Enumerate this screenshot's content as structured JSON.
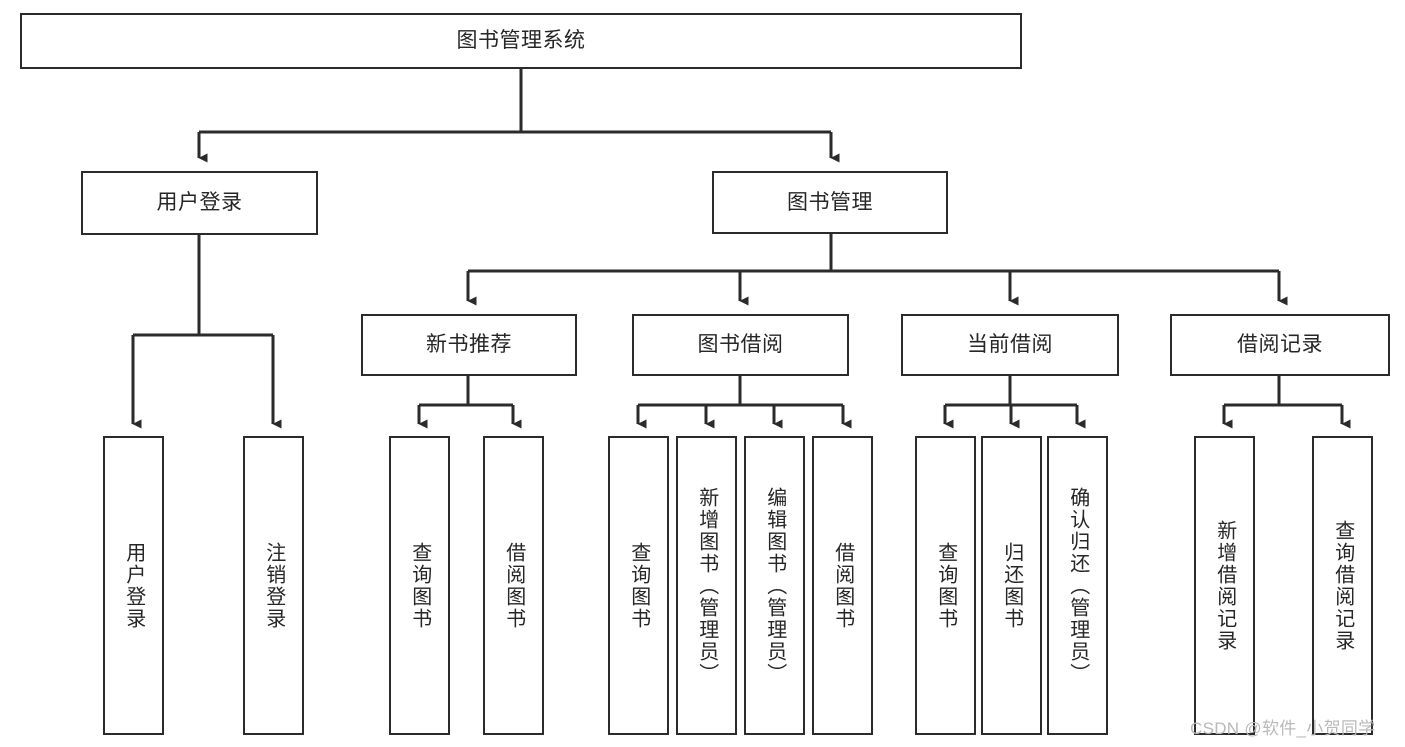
{
  "diagram": {
    "title": "图书管理系统",
    "type": "tree-hierarchy",
    "orientation": "top-down",
    "colors": {
      "box_border": "#2b2b2b",
      "box_fill": "#ffffff",
      "connector": "#2b2b2b",
      "text": "#262626",
      "watermark": "#b9b9b9",
      "background": "#ffffff"
    },
    "root": {
      "id": "root",
      "label": "图书管理系统"
    },
    "level1": [
      {
        "id": "user-login",
        "label": "用户登录"
      },
      {
        "id": "book-manage",
        "label": "图书管理"
      }
    ],
    "level2": [
      {
        "id": "new-book-recommend",
        "label": "新书推荐",
        "parent": "book-manage"
      },
      {
        "id": "book-borrow",
        "label": "图书借阅",
        "parent": "book-manage"
      },
      {
        "id": "current-borrow",
        "label": "当前借阅",
        "parent": "book-manage"
      },
      {
        "id": "borrow-record",
        "label": "借阅记录",
        "parent": "book-manage"
      }
    ],
    "leaves": [
      {
        "id": "leaf-user-login",
        "label": "用户登录",
        "parent": "user-login"
      },
      {
        "id": "leaf-logout-login",
        "label": "注销登录",
        "parent": "user-login"
      },
      {
        "id": "leaf-query-book-1",
        "label": "查询图书",
        "parent": "new-book-recommend"
      },
      {
        "id": "leaf-borrow-book-1",
        "label": "借阅图书",
        "parent": "new-book-recommend"
      },
      {
        "id": "leaf-query-book-2",
        "label": "查询图书",
        "parent": "book-borrow"
      },
      {
        "id": "leaf-add-book",
        "label": "新增图书（管理员）",
        "parent": "book-borrow"
      },
      {
        "id": "leaf-edit-book",
        "label": "编辑图书（管理员）",
        "parent": "book-borrow"
      },
      {
        "id": "leaf-borrow-book-2",
        "label": "借阅图书",
        "parent": "book-borrow"
      },
      {
        "id": "leaf-query-book-3",
        "label": "查询图书",
        "parent": "current-borrow"
      },
      {
        "id": "leaf-return-book",
        "label": "归还图书",
        "parent": "current-borrow"
      },
      {
        "id": "leaf-confirm-return",
        "label": "确认归还（管理员）",
        "parent": "current-borrow"
      },
      {
        "id": "leaf-add-record",
        "label": "新增借阅记录",
        "parent": "borrow-record"
      },
      {
        "id": "leaf-query-record",
        "label": "查询借阅记录",
        "parent": "borrow-record"
      }
    ]
  },
  "watermark": {
    "text": "CSDN @软件_小贺同学"
  }
}
